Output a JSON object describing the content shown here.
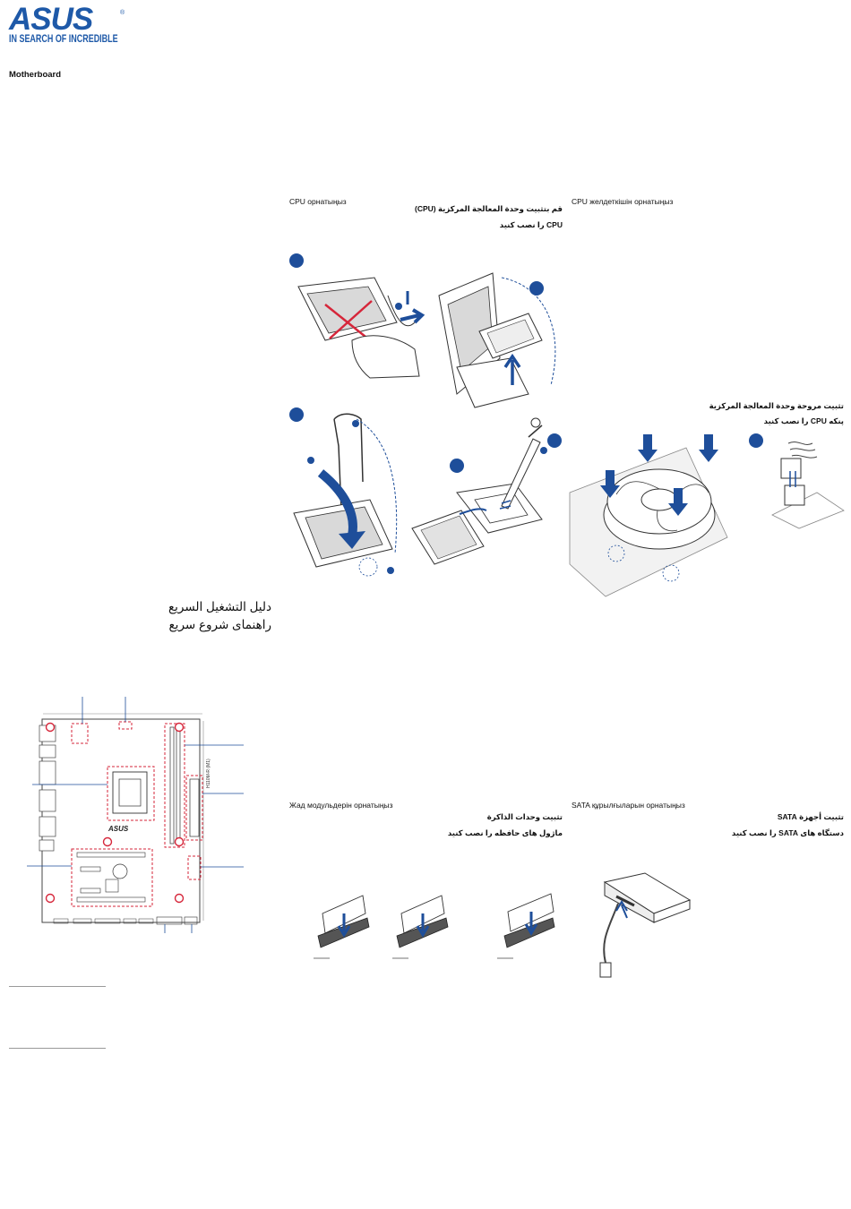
{
  "brand": {
    "logo_text": "ASUS",
    "registered_mark": "®",
    "tagline": "IN SEARCH OF INCREDIBLE",
    "color": "#1e59a8"
  },
  "product": "Motherboard",
  "quick_start": {
    "arabic": "دليل التشغيل السريع",
    "persian": "راهنمای شروع سريع"
  },
  "sections": {
    "cpu": {
      "kk": "CPU орнатыңыз",
      "ar": "قم بتثبيت وحدة المعالجة المركزية (CPU)",
      "fa": "CPU را نصب كنيد"
    },
    "cpu_fan": {
      "kk": "CPU желдеткішін орнатыңыз",
      "ar": "تثبيت مروحة وحدة المعالجة المركزية",
      "fa": "پنكه CPU را نصب كنيد"
    },
    "memory": {
      "kk": "Жад модульдерін орнатыңыз",
      "ar": "تثبيت وحدات الذاكرة",
      "fa": "ماژول های حافظه را نصب كنيد"
    },
    "sata": {
      "kk": "SATA құрылғыларын орнатыңыз",
      "ar": "تثبيت أجهزة SATA",
      "fa": "دستگاه های SATA را نصب كنيد"
    }
  },
  "board": {
    "silk_logo": "ASUS",
    "model_text": "H110M-R (M1)"
  },
  "colors": {
    "accent": "#1e4e9a",
    "callout_red": "#d6263a"
  }
}
